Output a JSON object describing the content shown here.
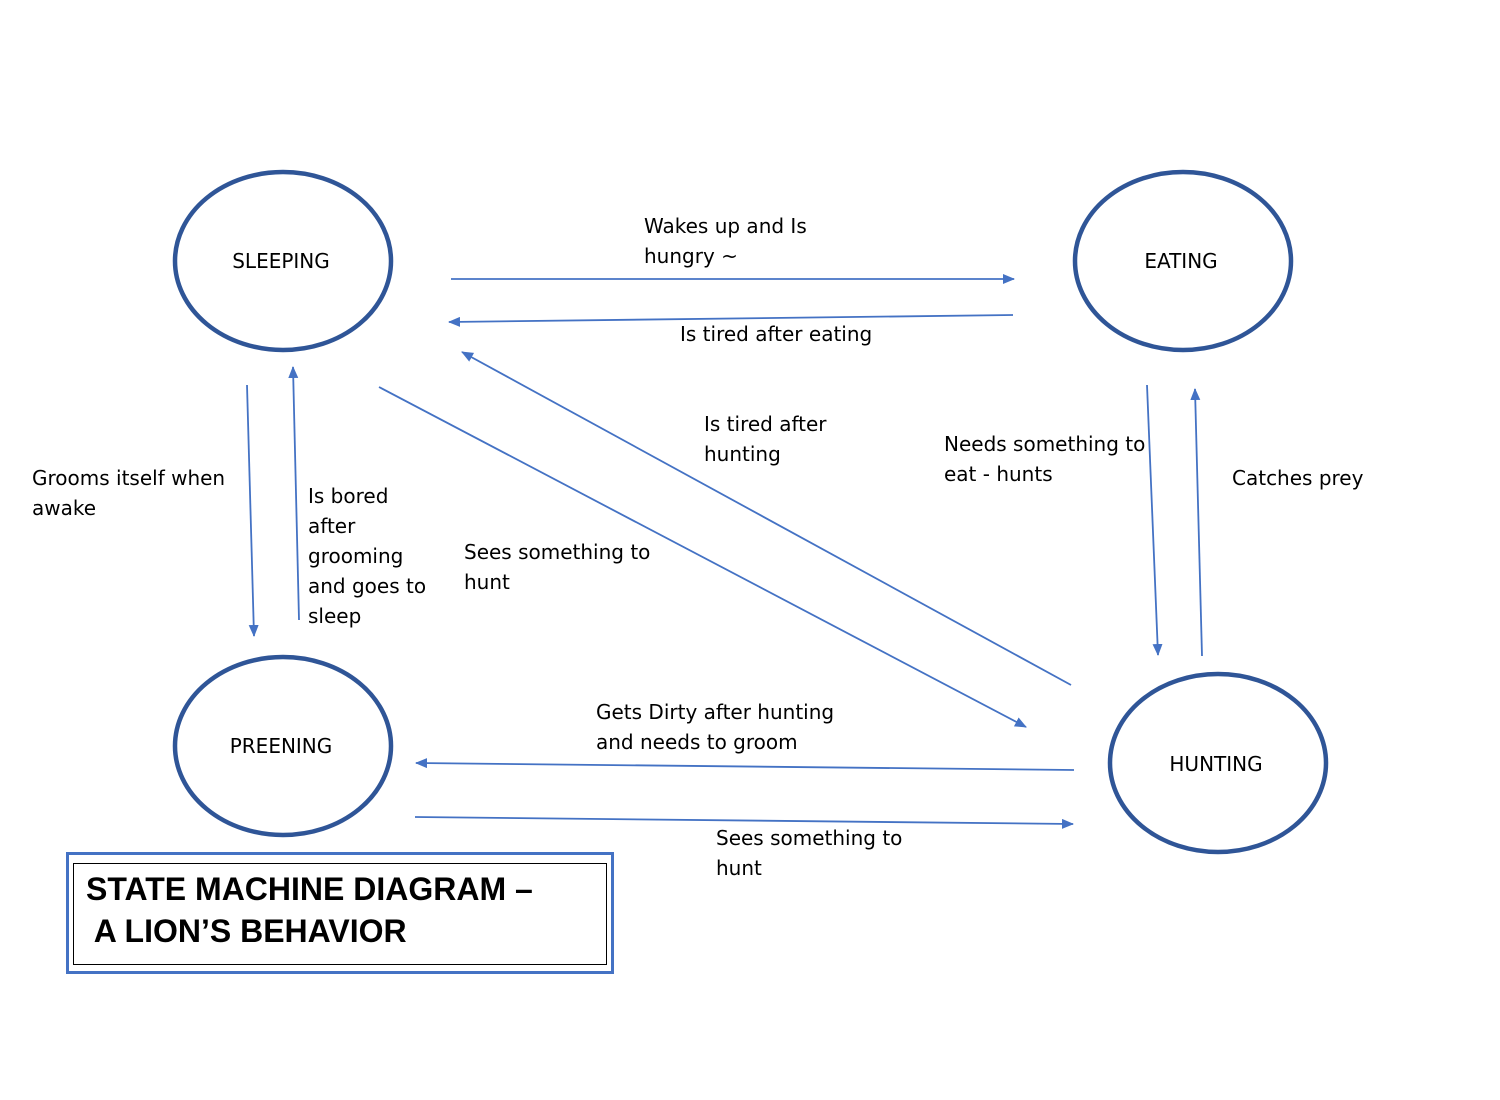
{
  "diagram": {
    "title": {
      "line1": "STATE MACHINE DIAGRAM –",
      "line2": " A LION’S BEHAVIOR"
    },
    "colors": {
      "state_outline": "#2f5597",
      "arrow": "#4472c4",
      "title_border": "#4472c4"
    },
    "states": {
      "sleeping": "SLEEPING",
      "eating": "EATING",
      "preening": "PREENING",
      "hunting": "HUNTING"
    },
    "transitions": [
      {
        "from": "SLEEPING",
        "to": "EATING",
        "lines": [
          "Wakes up and Is",
          "hungry ~"
        ]
      },
      {
        "from": "EATING",
        "to": "SLEEPING",
        "lines": [
          "Is tired after eating"
        ]
      },
      {
        "from": "HUNTING",
        "to": "SLEEPING",
        "lines": [
          "Is tired after",
          "hunting"
        ]
      },
      {
        "from": "SLEEPING",
        "to": "HUNTING",
        "lines": [
          "Sees something to",
          "hunt"
        ]
      },
      {
        "from": "SLEEPING",
        "to": "PREENING",
        "lines": [
          "Grooms itself when",
          "awake"
        ]
      },
      {
        "from": "PREENING",
        "to": "SLEEPING",
        "lines": [
          "Is bored",
          "after",
          "grooming",
          "and goes to",
          "sleep"
        ]
      },
      {
        "from": "EATING",
        "to": "HUNTING",
        "lines": [
          "Needs something to",
          "eat - hunts"
        ]
      },
      {
        "from": "HUNTING",
        "to": "EATING",
        "lines": [
          "Catches prey"
        ]
      },
      {
        "from": "HUNTING",
        "to": "PREENING",
        "lines": [
          "Gets Dirty after hunting",
          "and needs to groom"
        ]
      },
      {
        "from": "PREENING",
        "to": "HUNTING",
        "lines": [
          "Sees something to",
          "hunt"
        ]
      }
    ]
  }
}
